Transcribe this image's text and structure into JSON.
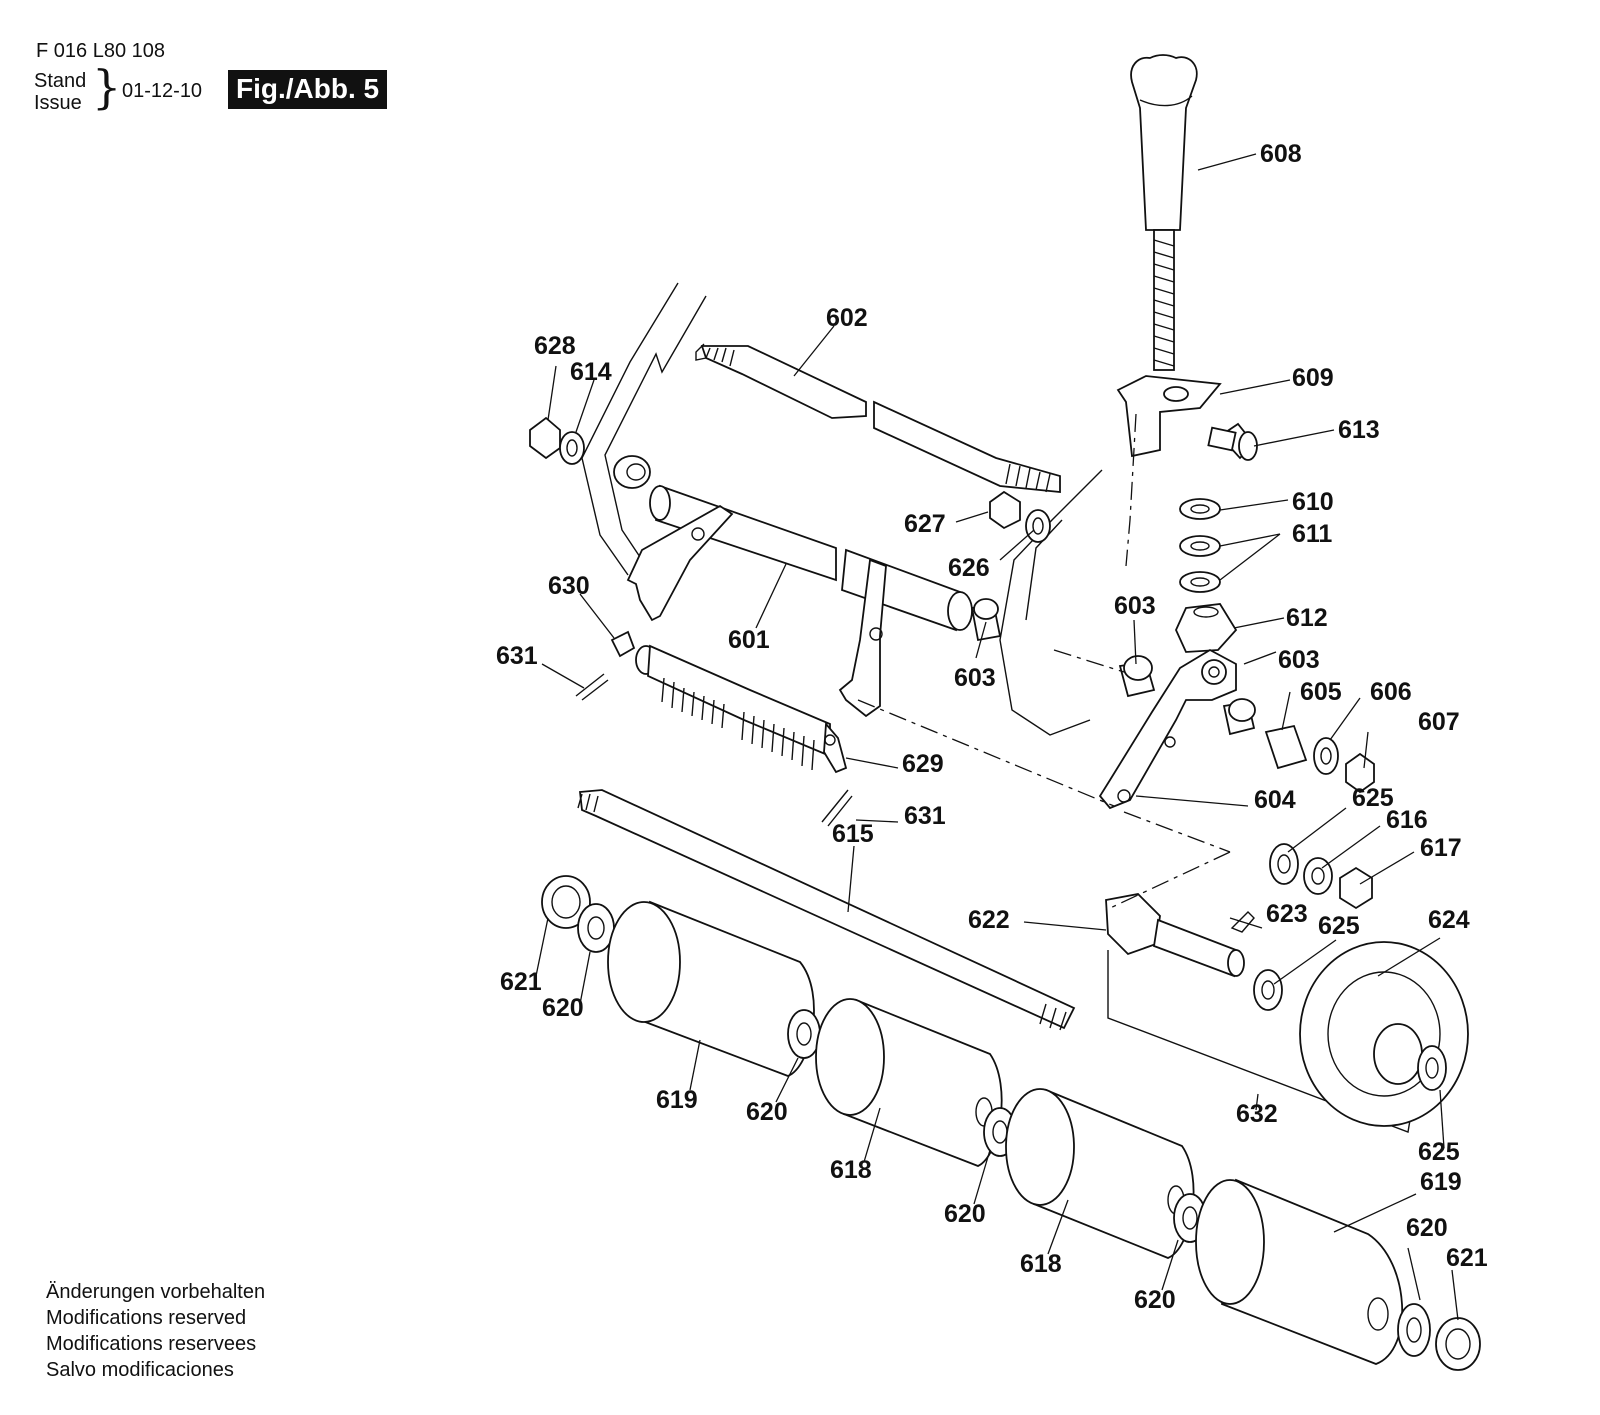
{
  "header": {
    "document_id": "F 016 L80 108",
    "stand_label": "Stand",
    "issue_label": "Issue",
    "issue_date": "01-12-10",
    "figure_label": "Fig./Abb. 5"
  },
  "notes": [
    "Änderungen vorbehalten",
    "Modifications reserved",
    "Modifications reservees",
    "Salvo modificaciones"
  ],
  "part_numbers": {
    "p601": "601",
    "p602": "602",
    "p603": "603",
    "p604": "604",
    "p605": "605",
    "p606": "606",
    "p607": "607",
    "p608": "608",
    "p609": "609",
    "p610": "610",
    "p611": "611",
    "p612": "612",
    "p613": "613",
    "p614": "614",
    "p615": "615",
    "p616": "616",
    "p617": "617",
    "p618": "618",
    "p619": "619",
    "p620": "620",
    "p621": "621",
    "p622": "622",
    "p623": "623",
    "p624": "624",
    "p625": "625",
    "p626": "626",
    "p627": "627",
    "p628": "628",
    "p629": "629",
    "p630": "630",
    "p631": "631",
    "p632": "632"
  },
  "colors": {
    "ink": "#111111",
    "paper": "#ffffff"
  }
}
